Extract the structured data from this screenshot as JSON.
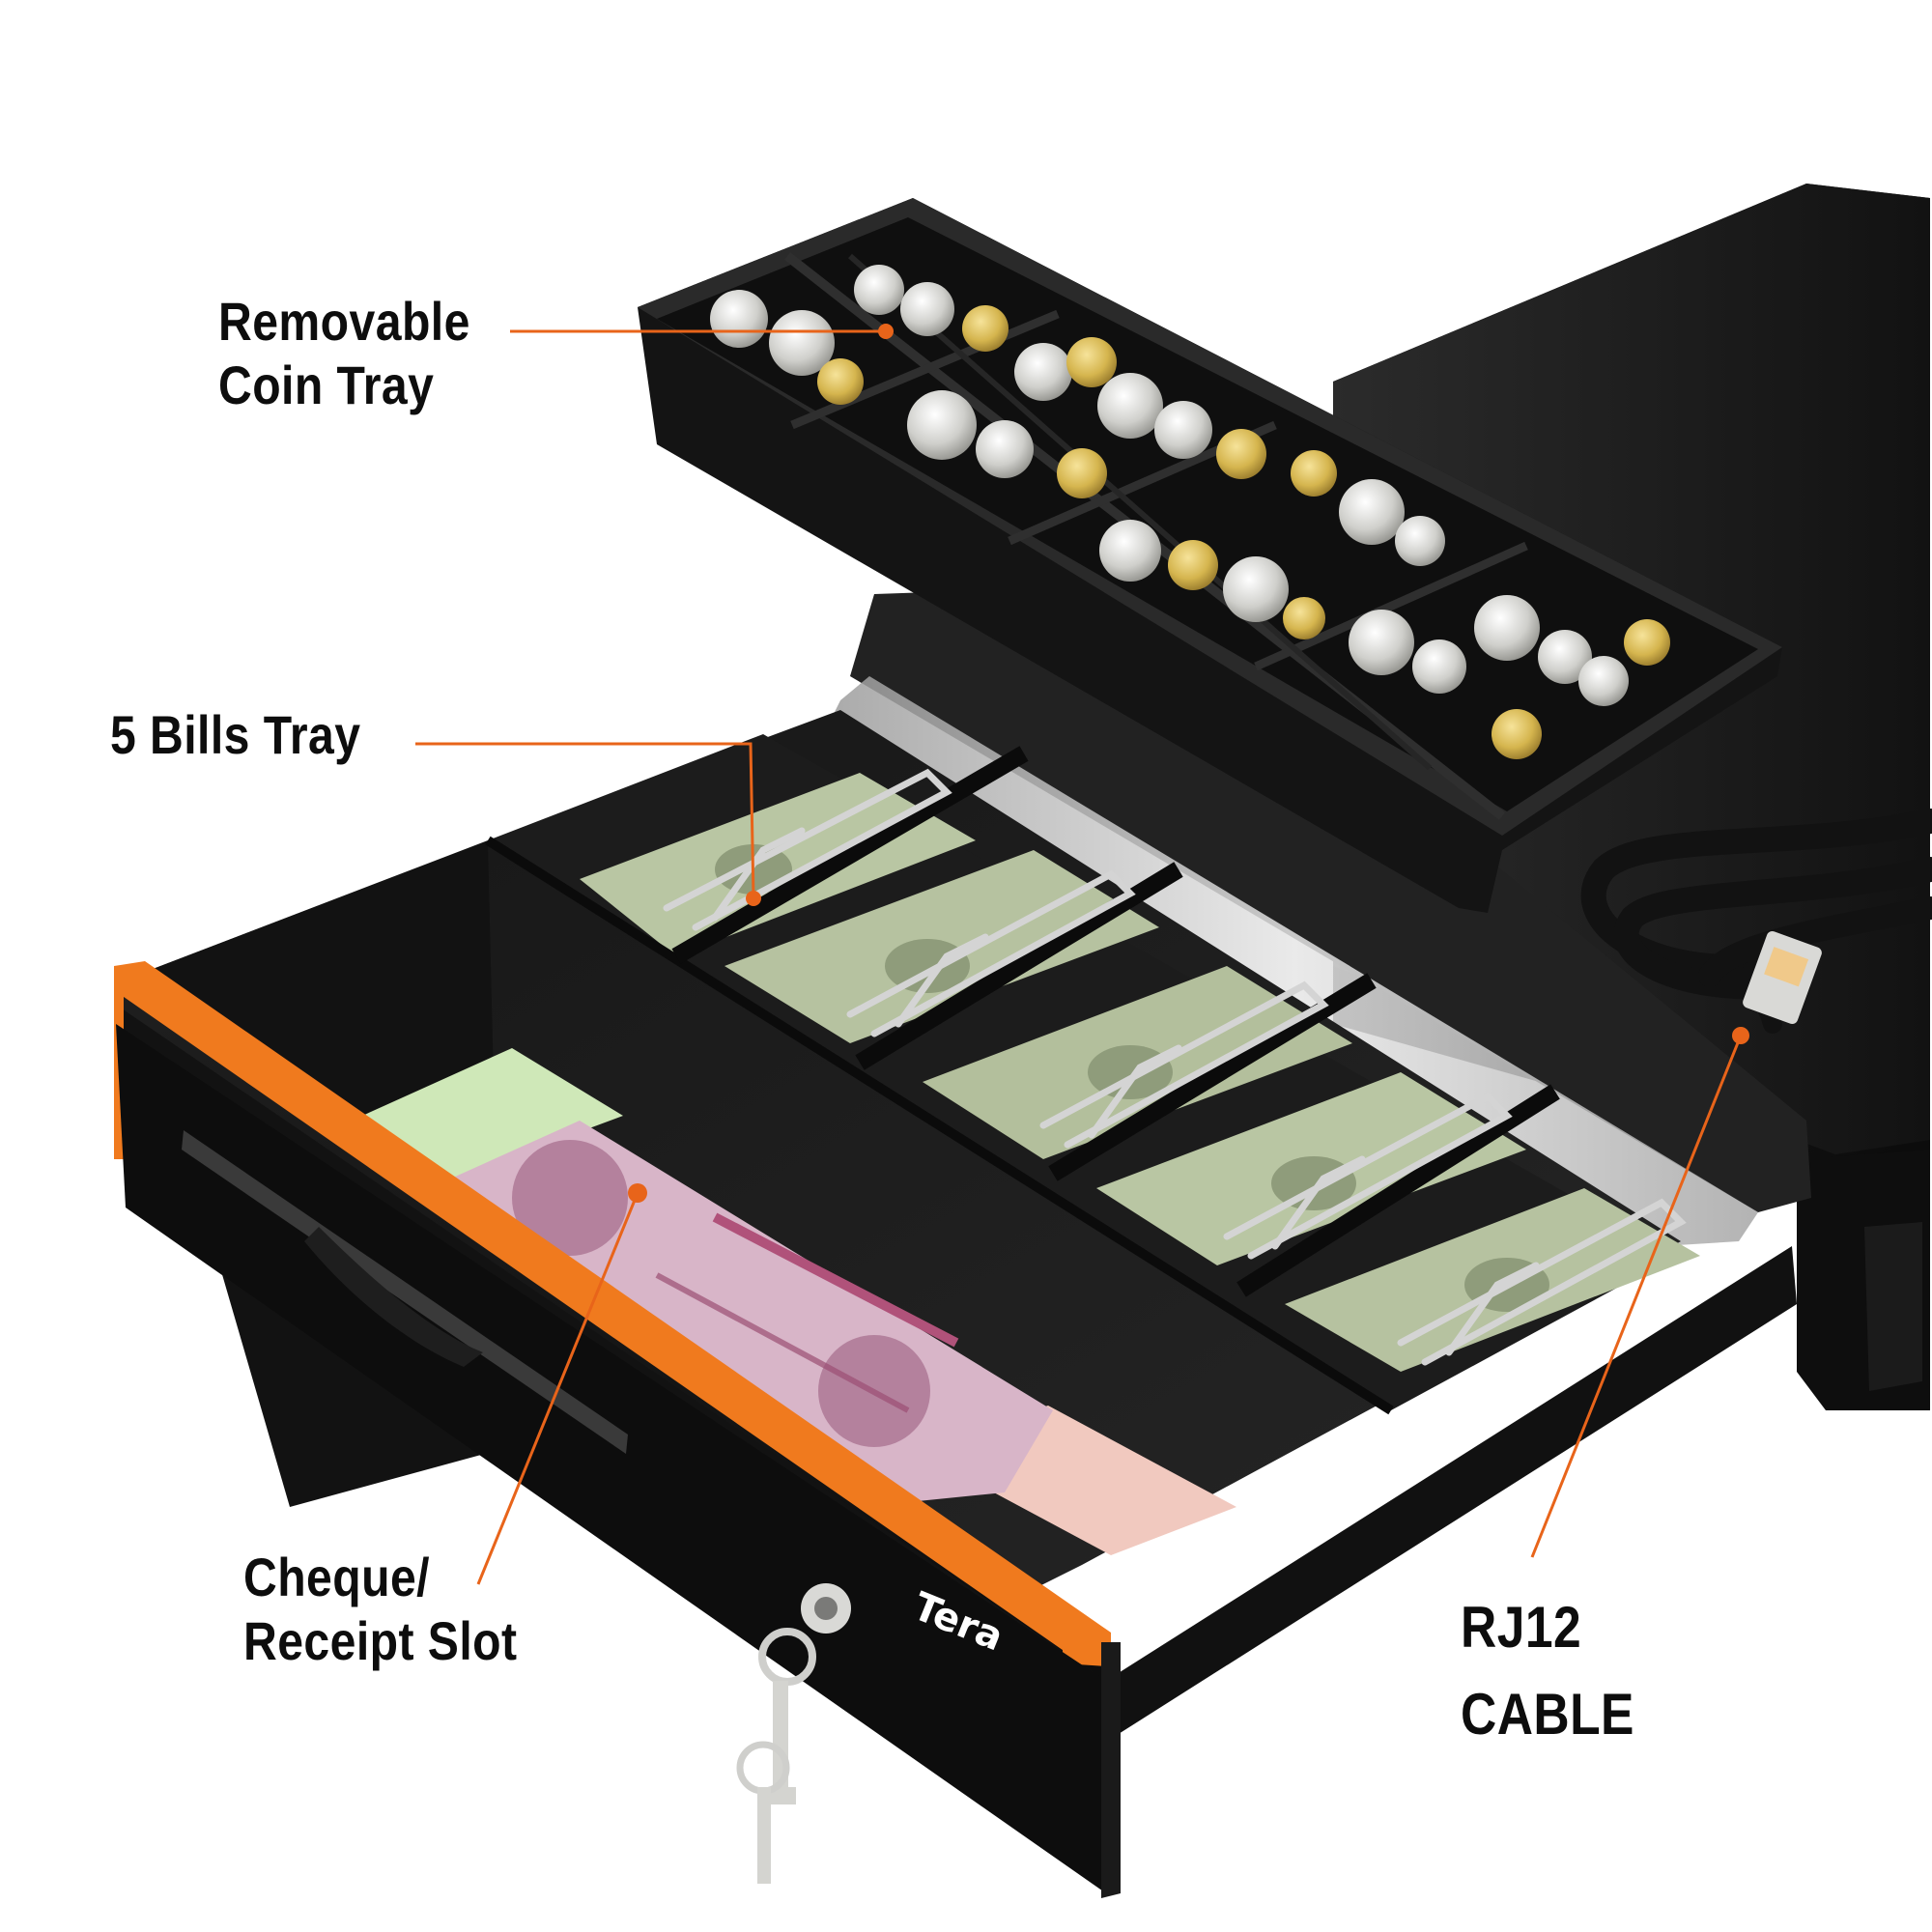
{
  "callouts": {
    "coin_tray": [
      "Removable",
      "Coin Tray"
    ],
    "bills_tray": "5 Bills Tray",
    "cheque_slot": [
      "Cheque/",
      "Receipt Slot"
    ],
    "rj12_cable": [
      "RJ12",
      "CABLE"
    ]
  },
  "product": {
    "brand": "Tera"
  },
  "colors": {
    "accent_orange": "#f07a1e",
    "leader_line": "#e8641a",
    "drawer_body": "#161616",
    "cash_green": "#b9c6a3",
    "gift_certificate": "#d8b5c8",
    "cheque_pink": "#f1c9bf",
    "coin_silver": "#d7d7d2",
    "coin_gold": "#d5b54e"
  },
  "icons": [
    "coin-tray-icon",
    "bill-clip-icon",
    "lock-key-icon",
    "rj12-plug-icon"
  ]
}
